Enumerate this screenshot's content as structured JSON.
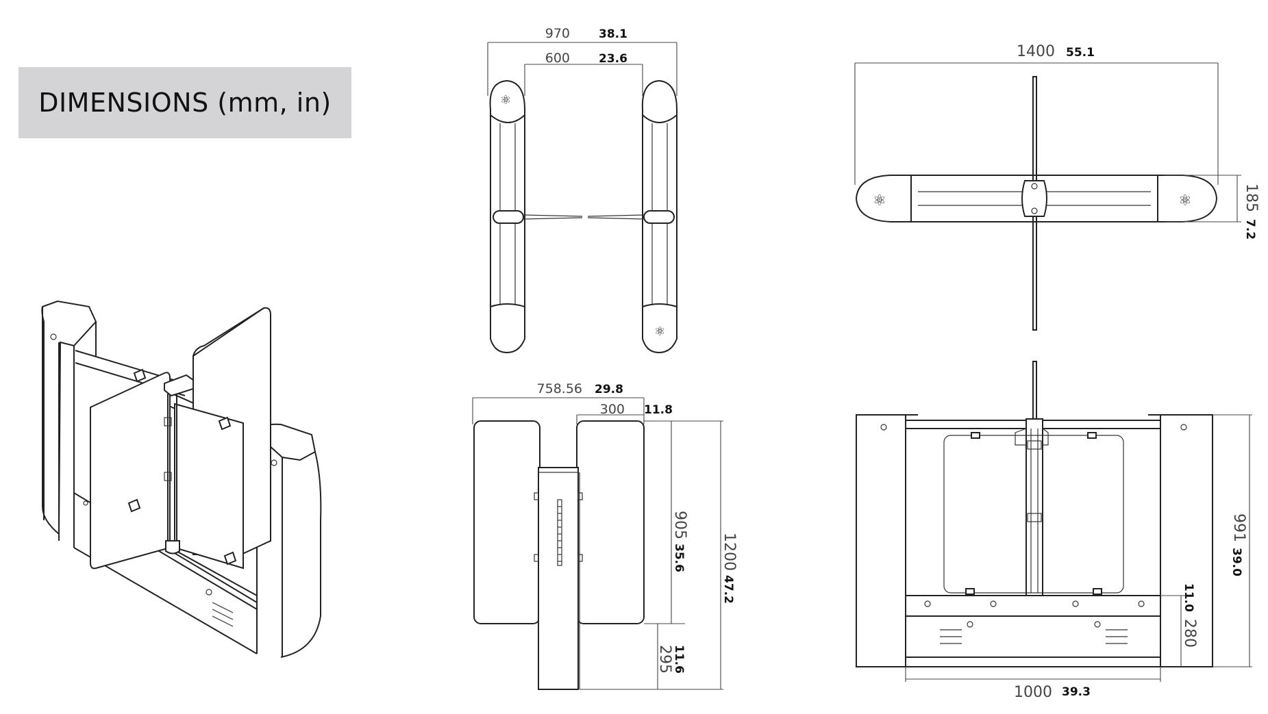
{
  "title": "DIMENSIONS (mm, in)",
  "dimensions": {
    "top_view": {
      "overall_mm": "970",
      "overall_in": "38.1",
      "passage_mm": "600",
      "passage_in": "23.6"
    },
    "top_view_right": {
      "length_mm": "1400",
      "length_in": "55.1",
      "width_mm": "185",
      "width_in": "7.2"
    },
    "side_view": {
      "depth_mm": "758.56",
      "depth_in": "29.8",
      "panel_mm": "300",
      "panel_in": "11.8",
      "panel_height_mm": "905",
      "panel_height_in": "35.6",
      "height_mm": "1200",
      "height_in": "47.2",
      "base_mm": "295",
      "base_in": "11.6"
    },
    "front_view": {
      "height_mm": "991",
      "height_in": "39.0",
      "base_mm": "280",
      "base_in": "11.0",
      "width_mm": "1000",
      "width_in": "39.3"
    }
  }
}
